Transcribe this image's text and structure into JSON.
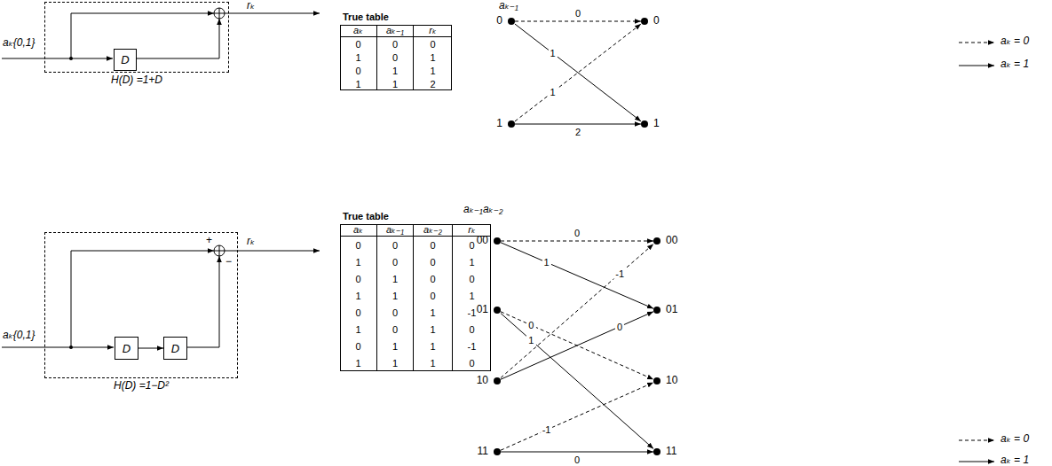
{
  "diagram": {
    "nodes": [
      {
        "text": [
          "H(D) =1+D"
        ]
      },
      {
        "text": [
          "D"
        ],
        "in": 0
      },
      {
        "text": [
          "0"
        ]
      },
      {
        "text": [
          "1"
        ]
      },
      {
        "text": [
          "0"
        ]
      },
      {
        "text": [
          "1"
        ]
      },
      {
        "text": [
          "H(D) =1−D²"
        ]
      },
      {
        "text": [
          "D"
        ],
        "in": 6
      },
      {
        "text": [
          "D"
        ],
        "in": 6
      },
      {
        "text": [
          "00"
        ]
      },
      {
        "text": [
          "01"
        ]
      },
      {
        "text": [
          "10"
        ]
      },
      {
        "text": [
          "11"
        ]
      },
      {
        "text": [
          "00"
        ]
      },
      {
        "text": [
          "01"
        ]
      },
      {
        "text": [
          "10"
        ]
      },
      {
        "text": [
          "11"
        ]
      }
    ],
    "edges": [
      {
        "from": 2,
        "to": 4,
        "arrow": "to",
        "label": "0"
      },
      {
        "from": 2,
        "to": 5,
        "arrow": "to",
        "label": "1"
      },
      {
        "from": 3,
        "to": 4,
        "arrow": "to",
        "label": "1"
      },
      {
        "from": 3,
        "to": 5,
        "arrow": "to",
        "label": "2"
      },
      {
        "from": 7,
        "to": 8,
        "arrow": "to"
      },
      {
        "from": 9,
        "to": 13,
        "arrow": "to",
        "label": "0"
      },
      {
        "from": 9,
        "to": 14,
        "arrow": "to",
        "label": "1"
      },
      {
        "from": 10,
        "to": 15,
        "arrow": "to",
        "label": "0"
      },
      {
        "from": 10,
        "to": 16,
        "arrow": "to",
        "label": "1"
      },
      {
        "from": 11,
        "to": 13,
        "arrow": "to",
        "label": "-1"
      },
      {
        "from": 11,
        "to": 14,
        "arrow": "to",
        "label": "0"
      },
      {
        "from": 12,
        "to": 15,
        "arrow": "to",
        "label": "-1"
      },
      {
        "from": 12,
        "to": 16,
        "arrow": "to",
        "label": "0"
      }
    ],
    "labels": [
      "aₖ{0,1}",
      "rₖ",
      "True table",
      "aₖ",
      "aₖ₋₁",
      "rₖ",
      "0",
      "0",
      "0",
      "1",
      "0",
      "1",
      "0",
      "1",
      "1",
      "1",
      "1",
      "2",
      "aₖ₋₁",
      "aₖ{0,1}",
      "rₖ",
      "+",
      "−",
      "True table",
      "aₖ",
      "aₖ₋₁",
      "aₖ₋₂",
      "rₖ",
      "0",
      "0",
      "0",
      "0",
      "1",
      "0",
      "0",
      "1",
      "0",
      "1",
      "0",
      "0",
      "1",
      "1",
      "0",
      "1",
      "0",
      "0",
      "1",
      "-1",
      "1",
      "0",
      "1",
      "0",
      "0",
      "1",
      "1",
      "-1",
      "1",
      "1",
      "1",
      "0",
      "aₖ₋₁aₖ₋₂"
    ],
    "legend": [
      {
        "text": "aₖ = 0"
      },
      {
        "text": "aₖ = 1"
      },
      {
        "text": "aₖ = 0"
      },
      {
        "text": "aₖ = 1"
      }
    ]
  }
}
